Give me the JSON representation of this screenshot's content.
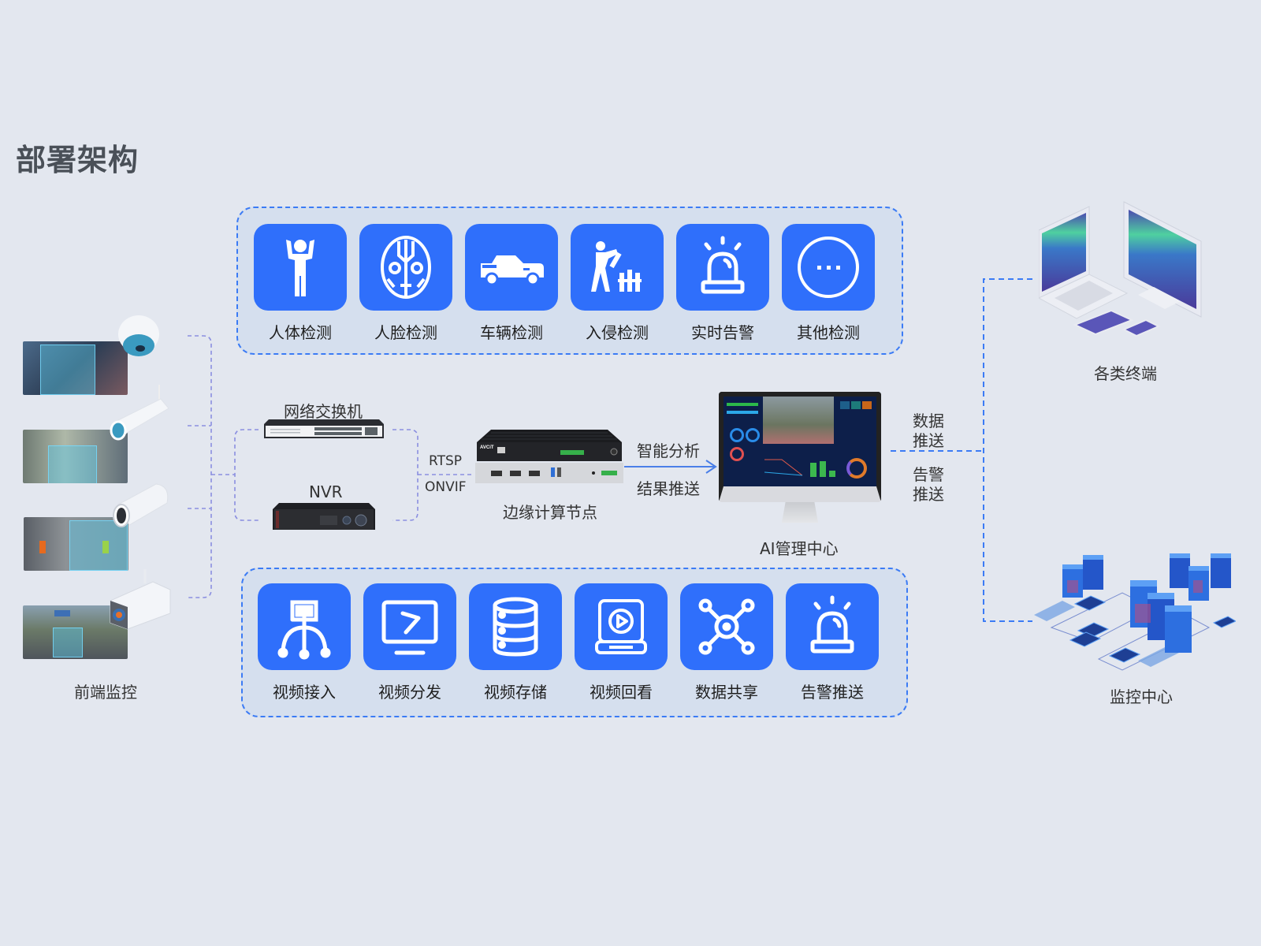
{
  "page_title": "部署架构",
  "colors": {
    "background": "#e3e7ef",
    "accent_blue": "#2f6ffb",
    "group_fill": "#d5dfee",
    "dashed_blue": "#3b7bf5",
    "connector_purple": "#8b8fe0",
    "title_gray": "#4a5058"
  },
  "detection_group": {
    "items": [
      {
        "label": "人体检测",
        "icon": "person-arms-up-icon"
      },
      {
        "label": "人脸检测",
        "icon": "face-scan-icon"
      },
      {
        "label": "车辆检测",
        "icon": "car-icon"
      },
      {
        "label": "入侵检测",
        "icon": "fence-intrusion-icon"
      },
      {
        "label": "实时告警",
        "icon": "alarm-siren-icon"
      },
      {
        "label": "其他检测",
        "icon": "more-circle-icon"
      }
    ]
  },
  "service_group": {
    "items": [
      {
        "label": "视频接入",
        "icon": "network-access-icon"
      },
      {
        "label": "视频分发",
        "icon": "monitor-share-icon"
      },
      {
        "label": "视频存储",
        "icon": "database-icon"
      },
      {
        "label": "视频回看",
        "icon": "playback-monitor-icon"
      },
      {
        "label": "数据共享",
        "icon": "hub-share-icon"
      },
      {
        "label": "告警推送",
        "icon": "alarm-siren-icon"
      }
    ]
  },
  "front_end": {
    "label": "前端监控",
    "cameras": [
      {
        "type": "dome-camera-icon",
        "scene": "crowd"
      },
      {
        "type": "bullet-camera-icon",
        "scene": "rider"
      },
      {
        "type": "cylinder-camera-icon",
        "scene": "street-workers"
      },
      {
        "type": "box-camera-icon",
        "scene": "traffic"
      }
    ]
  },
  "network": {
    "switch_label": "网络交换机",
    "nvr_label": "NVR",
    "protocol_1": "RTSP",
    "protocol_2": "ONVIF"
  },
  "edge_node": {
    "label": "边缘计算节点",
    "arrow_top": "智能分析",
    "arrow_bottom": "结果推送"
  },
  "ai_center": {
    "label": "AI管理中心"
  },
  "push": {
    "data_line1": "数据",
    "data_line2": "推送",
    "alarm_line1": "告警",
    "alarm_line2": "推送"
  },
  "terminals": {
    "label": "各类终端"
  },
  "monitor_center": {
    "label": "监控中心"
  }
}
